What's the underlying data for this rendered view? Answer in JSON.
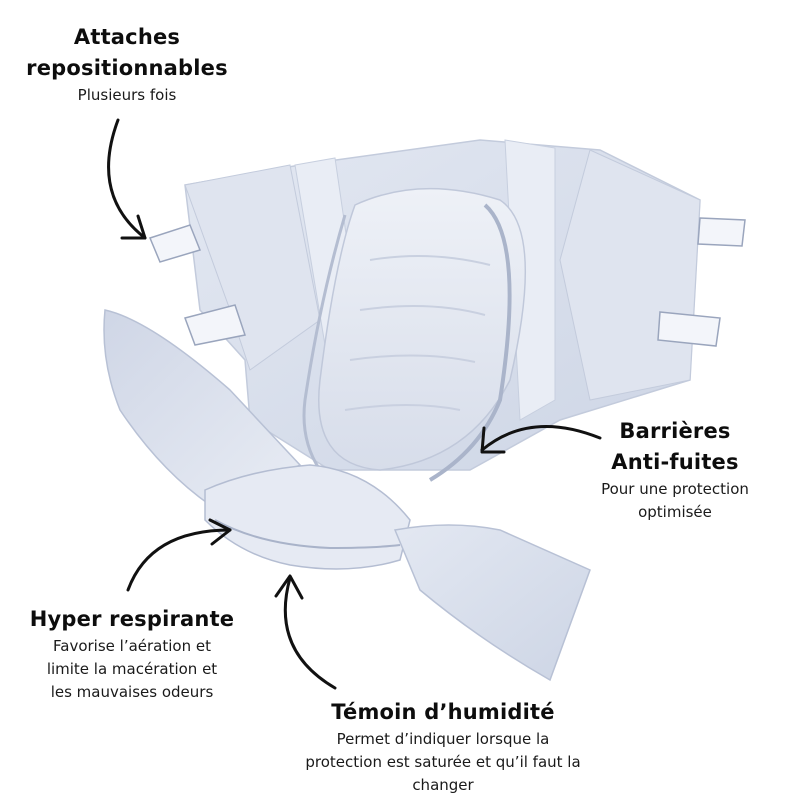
{
  "annotations": {
    "fasteners": {
      "title_line1": "Attaches",
      "title_line2": "repositionnables",
      "desc": "Plusieurs fois"
    },
    "barriers": {
      "title_line1": "Barrières",
      "title_line2": "Anti-fuites",
      "desc_line1": "Pour une protection",
      "desc_line2": "optimisée"
    },
    "breathable": {
      "title": "Hyper respirante",
      "desc_line1": "Favorise l’aération et",
      "desc_line2": "limite la macération et",
      "desc_line3": "les mauvaises odeurs"
    },
    "wetness": {
      "title": "Témoin d’humidité",
      "desc_line1": "Permet d’indiquer lorsque la",
      "desc_line2": "protection est saturée et qu’il faut la",
      "desc_line3": "changer"
    }
  },
  "colors": {
    "diaper_light": "#eef1f7",
    "diaper_mid": "#d9dfec",
    "diaper_shadow": "#b9c2d6",
    "text": "#111111"
  }
}
